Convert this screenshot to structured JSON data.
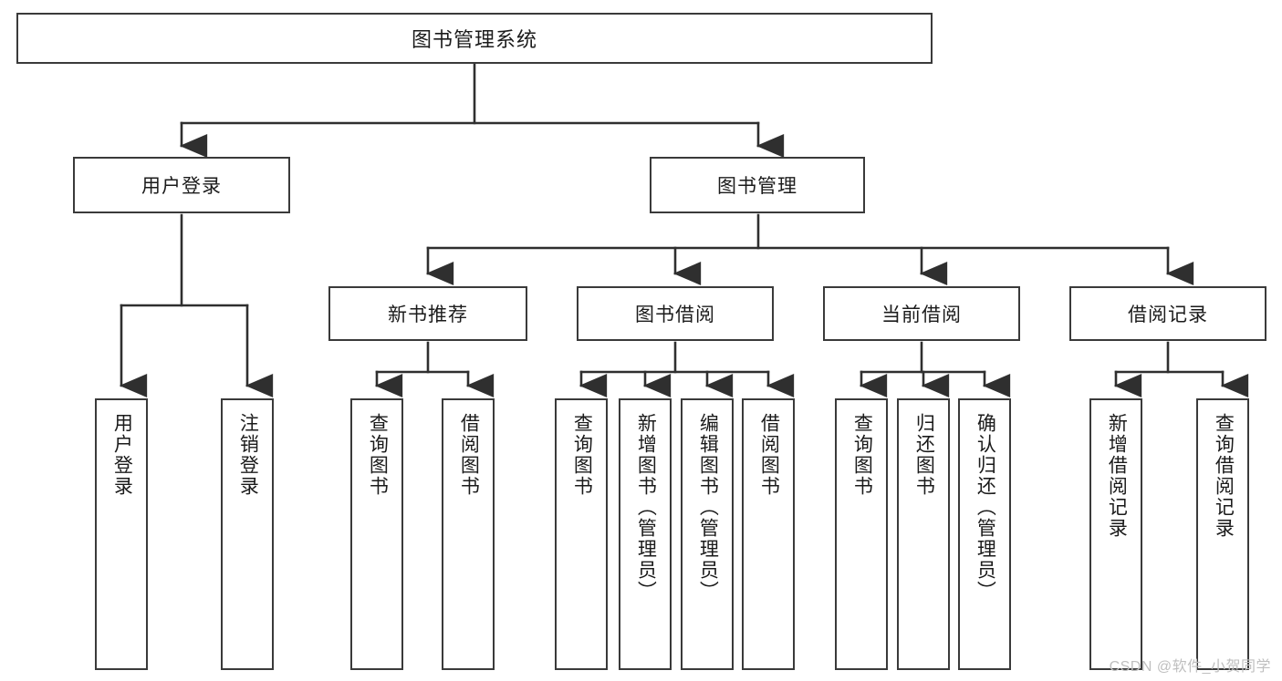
{
  "diagram": {
    "title": "图书管理系统",
    "style": {
      "box_border_color": "#3a3a3a",
      "box_fill_color": "#ffffff",
      "line_color": "#2f2f2f",
      "text_color": "#1b1b1b",
      "watermark_color": "#bfbfbf"
    },
    "root": {
      "label": "图书管理系统"
    },
    "level2": [
      {
        "label": "用户登录"
      },
      {
        "label": "图书管理"
      }
    ],
    "level3": [
      {
        "label": "新书推荐"
      },
      {
        "label": "图书借阅"
      },
      {
        "label": "当前借阅"
      },
      {
        "label": "借阅记录"
      }
    ],
    "leaves": {
      "user_login": [
        {
          "label": "用户登录"
        },
        {
          "label": "注销登录"
        }
      ],
      "new_book": [
        {
          "label": "查询图书"
        },
        {
          "label": "借阅图书"
        }
      ],
      "book_borrow": [
        {
          "label": "查询图书"
        },
        {
          "label": "新增图书（管理员）"
        },
        {
          "label": "编辑图书（管理员）"
        },
        {
          "label": "借阅图书"
        }
      ],
      "current_borrow": [
        {
          "label": "查询图书"
        },
        {
          "label": "归还图书"
        },
        {
          "label": "确认归还（管理员）"
        }
      ],
      "borrow_record": [
        {
          "label": "新增借阅记录"
        },
        {
          "label": "查询借阅记录"
        }
      ]
    }
  },
  "watermark": {
    "text": "CSDN @软件_小贺同学"
  }
}
